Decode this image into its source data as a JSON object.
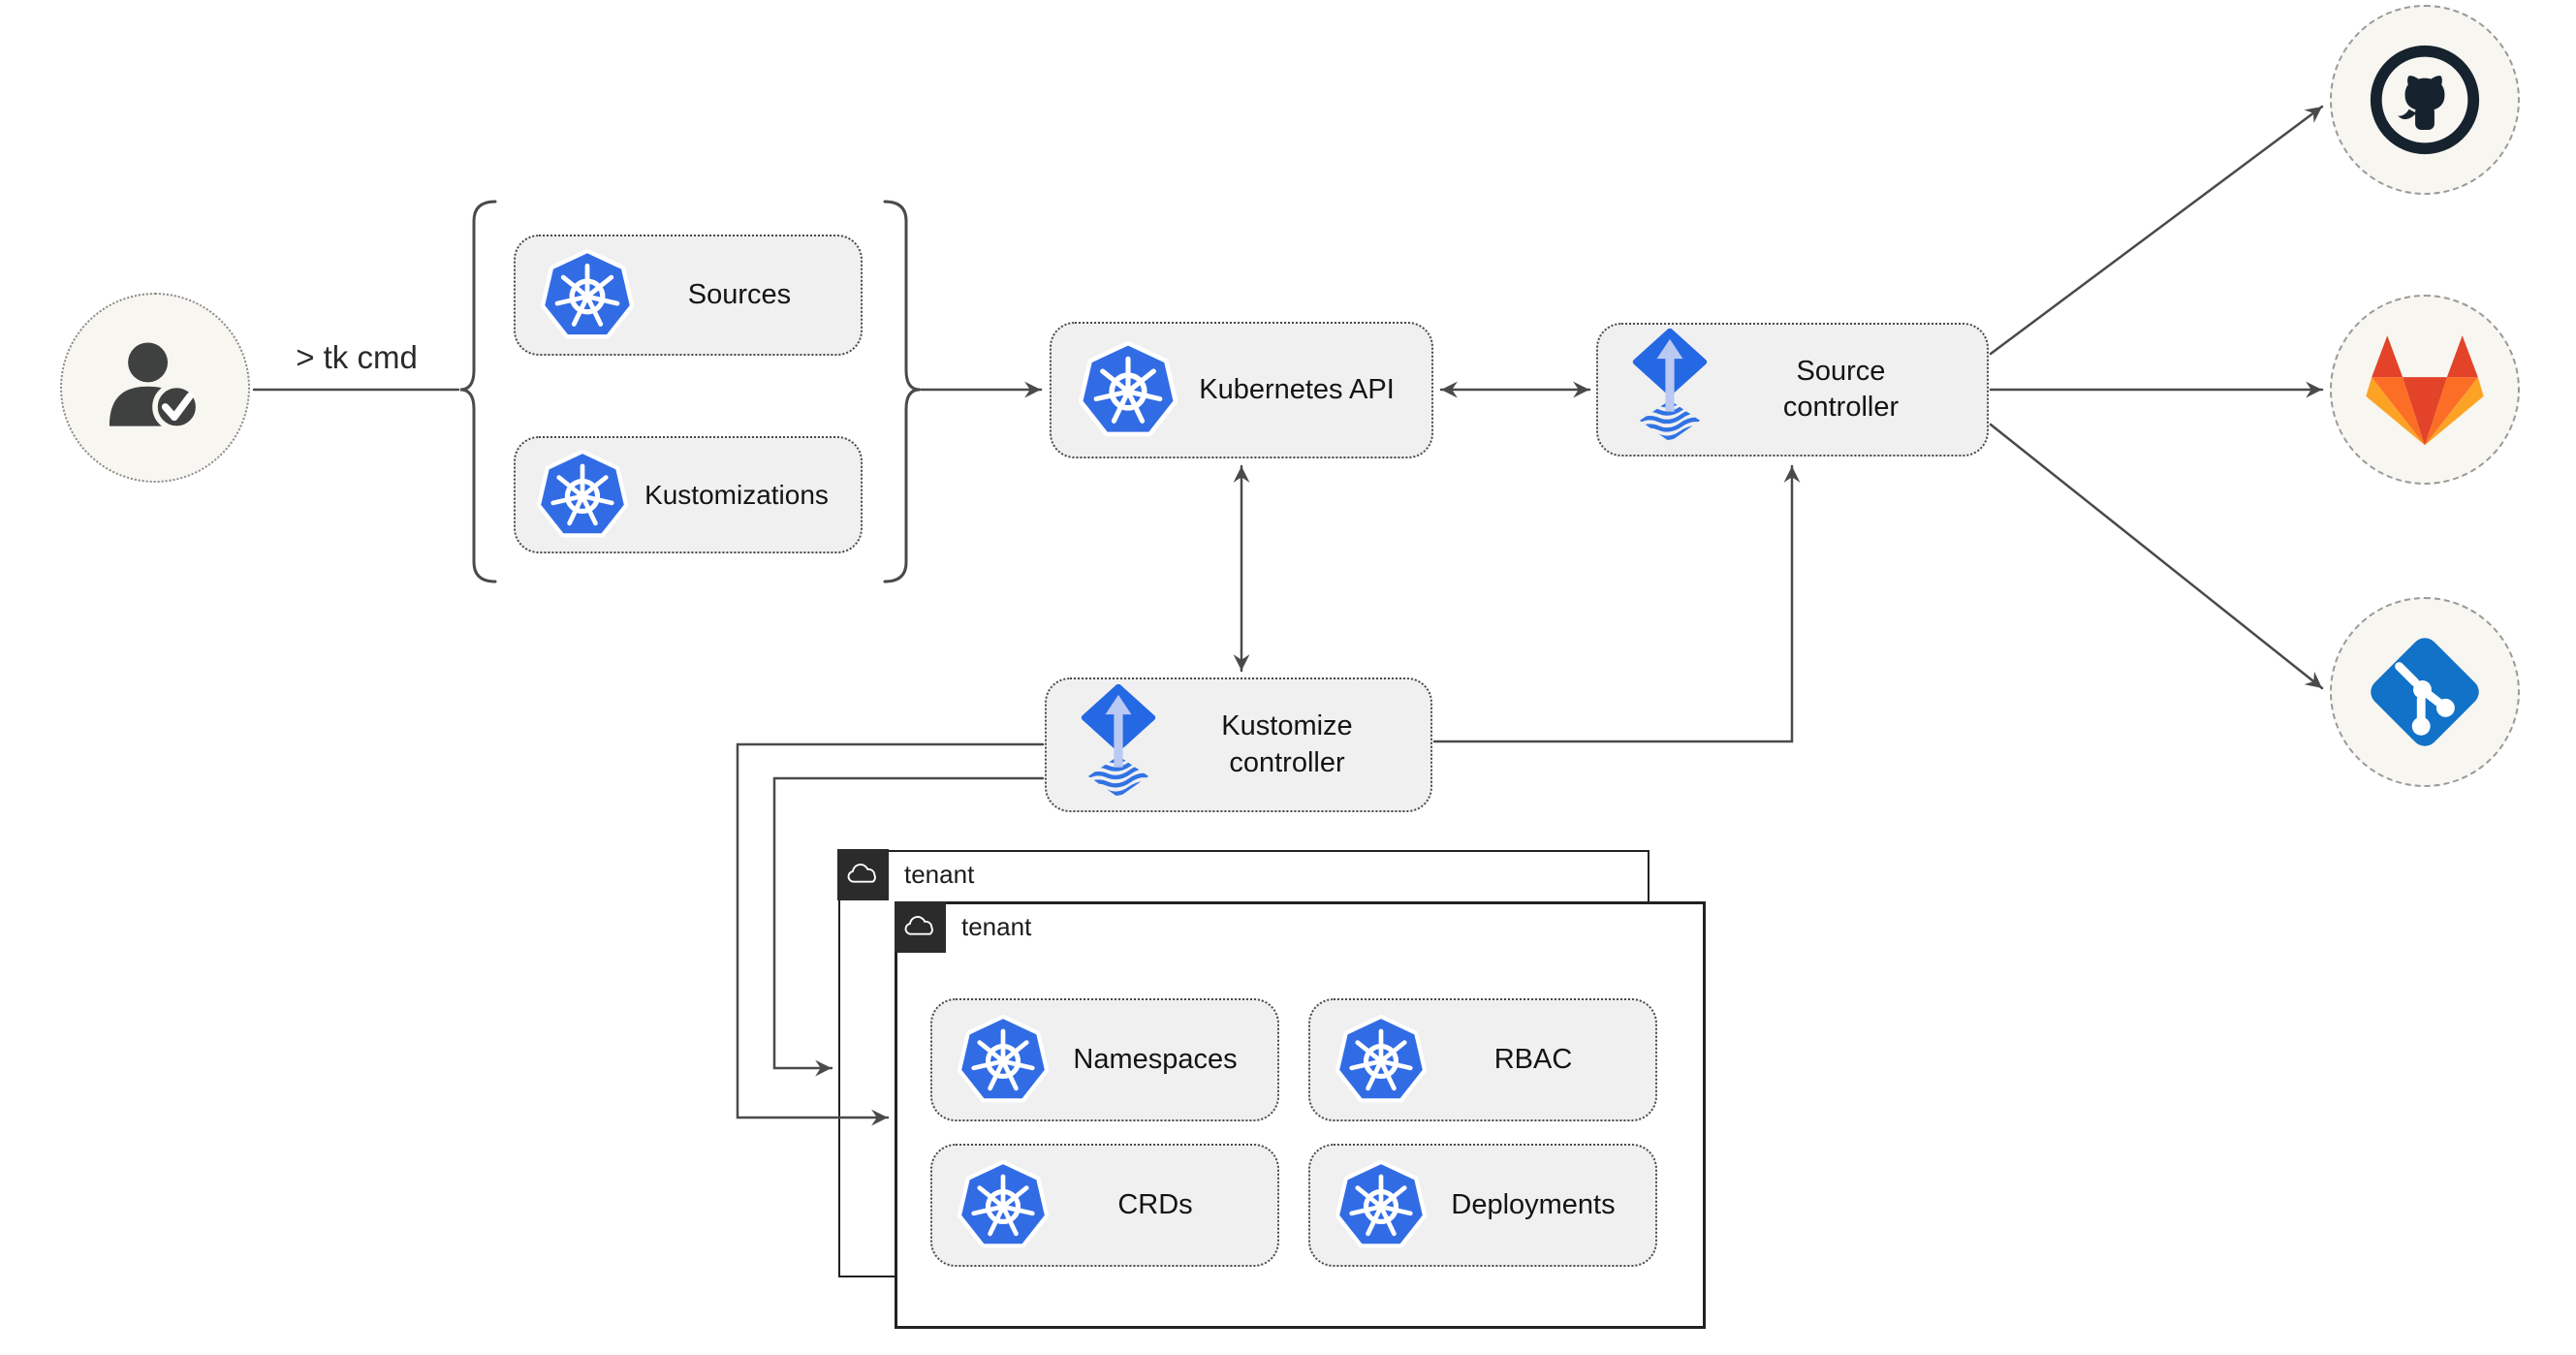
{
  "diagram": {
    "type": "flux-gitops-architecture",
    "user": {
      "command_label": "> tk cmd"
    },
    "bracket_group": {
      "items": [
        {
          "label": "Sources"
        },
        {
          "label": "Kustomizations"
        }
      ]
    },
    "cluster": {
      "kubernetes_api": {
        "label": "Kubernetes API"
      },
      "source_controller": {
        "label": "Source\ncontroller"
      },
      "kustomize_controller": {
        "label": "Kustomize\ncontroller"
      }
    },
    "tenants": [
      {
        "label": "tenant"
      },
      {
        "label": "tenant",
        "resources": [
          {
            "label": "Namespaces"
          },
          {
            "label": "RBAC"
          },
          {
            "label": "CRDs"
          },
          {
            "label": "Deployments"
          }
        ]
      }
    ],
    "git_providers": [
      {
        "icon": "github-icon"
      },
      {
        "icon": "gitlab-icon"
      },
      {
        "icon": "git-icon"
      }
    ],
    "colors": {
      "kubernetes_blue": "#326ce5",
      "flux_blue": "#2468e4",
      "flux_arrow_light": "#b9c9f2",
      "github_dark": "#16232e",
      "gitlab_red": "#e24329",
      "gitlab_orange": "#fc6d26",
      "gitlab_light_orange": "#fca326",
      "git_blue": "#1172c8",
      "wire_gray": "#4a4a4a",
      "node_fill": "#f0f0f1",
      "bubble_fill": "#f8f6f1",
      "tenant_header_dark": "#2b2b2b"
    }
  }
}
